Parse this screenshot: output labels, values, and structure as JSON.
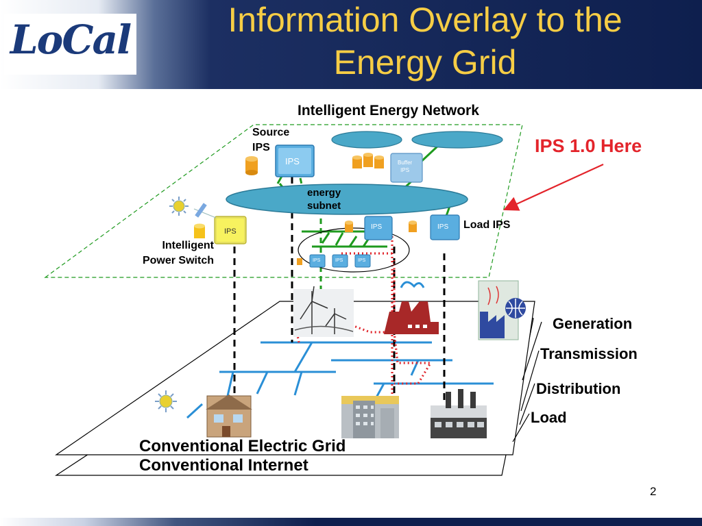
{
  "header": {
    "logo_text": "LoCal",
    "title_line1": "Information Overlay to the",
    "title_line2": "Energy Grid"
  },
  "diagram": {
    "top_heading": "Intelligent Energy Network",
    "source_ips": [
      "Source",
      "IPS"
    ],
    "ips_callout": "IPS 1.0 Here",
    "energy_subnet": [
      "energy",
      "subnet"
    ],
    "load_ips": "Load IPS",
    "intelligent_power_switch": [
      "Intelligent",
      "Power Switch"
    ],
    "ips_box": "IPS",
    "buffer_ips": [
      "Buffer",
      "IPS"
    ],
    "layers": {
      "generation": "Generation",
      "transmission": "Transmission",
      "distribution": "Distribution",
      "load": "Load"
    },
    "conventional_grid": "Conventional Electric Grid",
    "conventional_internet": "Conventional Internet"
  },
  "colors": {
    "title": "#f6cd45",
    "callout": "#e3242b",
    "subnet": "#4aa8c8",
    "network_green": "#1e9a1e",
    "power_line": "#2a8fd6",
    "red_dotted": "#e0262c"
  },
  "footer": {
    "page_number": "2"
  }
}
